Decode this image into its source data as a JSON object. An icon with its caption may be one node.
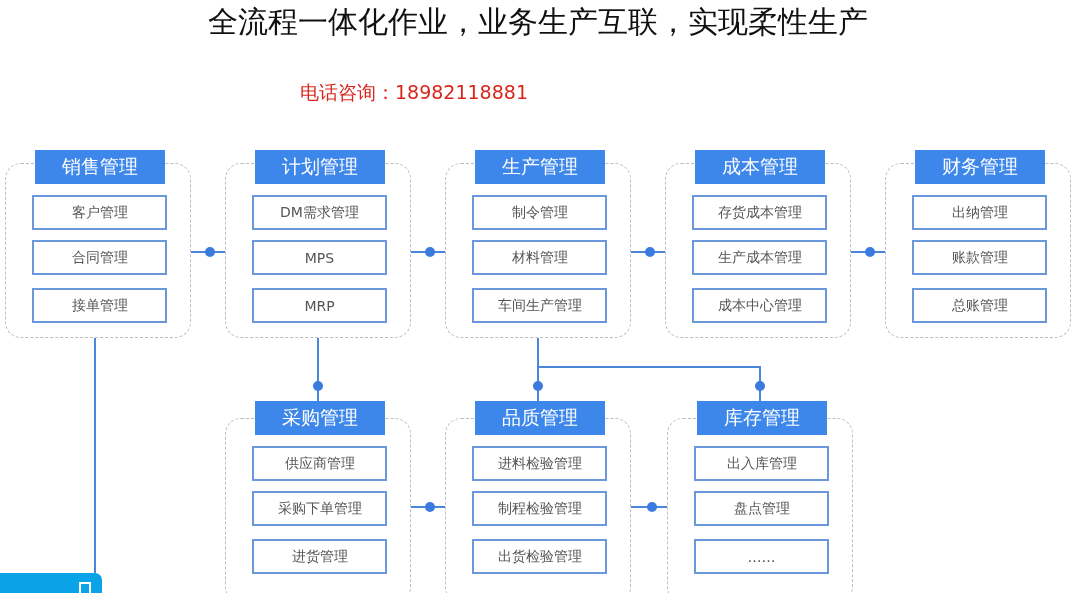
{
  "diagram": {
    "title": "全流程一体化作业，业务生产互联，实现柔性生产",
    "nodes": [
      {
        "text": [
          "销售管理"
        ]
      },
      {
        "text": [
          "客户管理"
        ],
        "in": 0
      },
      {
        "text": [
          "合同管理"
        ],
        "in": 0
      },
      {
        "text": [
          "接单管理"
        ],
        "in": 0
      },
      {
        "text": [
          "计划管理"
        ]
      },
      {
        "text": [
          "DM需求管理"
        ],
        "in": 4
      },
      {
        "text": [
          "MPS"
        ],
        "in": 4
      },
      {
        "text": [
          "MRP"
        ],
        "in": 4
      },
      {
        "text": [
          "生产管理"
        ]
      },
      {
        "text": [
          "制令管理"
        ],
        "in": 8
      },
      {
        "text": [
          "材料管理"
        ],
        "in": 8
      },
      {
        "text": [
          "车间生产管理"
        ],
        "in": 8
      },
      {
        "text": [
          "成本管理"
        ]
      },
      {
        "text": [
          "存货成本管理"
        ],
        "in": 12
      },
      {
        "text": [
          "生产成本管理"
        ],
        "in": 12
      },
      {
        "text": [
          "成本中心管理"
        ],
        "in": 12
      },
      {
        "text": [
          "财务管理"
        ]
      },
      {
        "text": [
          "出纳管理"
        ],
        "in": 16
      },
      {
        "text": [
          "账款管理"
        ],
        "in": 16
      },
      {
        "text": [
          "总账管理"
        ],
        "in": 16
      },
      {
        "text": [
          "采购管理"
        ]
      },
      {
        "text": [
          "供应商管理"
        ],
        "in": 20
      },
      {
        "text": [
          "采购下单管理"
        ],
        "in": 20
      },
      {
        "text": [
          "进货管理"
        ],
        "in": 20
      },
      {
        "text": [
          "品质管理"
        ]
      },
      {
        "text": [
          "进料检验管理"
        ],
        "in": 24
      },
      {
        "text": [
          "制程检验管理"
        ],
        "in": 24
      },
      {
        "text": [
          "出货检验管理"
        ],
        "in": 24
      },
      {
        "text": [
          "库存管理"
        ]
      },
      {
        "text": [
          "出入库管理"
        ],
        "in": 28
      },
      {
        "text": [
          "盘点管理"
        ],
        "in": 28
      },
      {
        "text": [
          "……"
        ],
        "in": 28
      },
      {
        "text": [],
        "shape": "box"
      }
    ],
    "edges": [
      {
        "from": 0,
        "to": 4,
        "arrow": "other"
      },
      {
        "from": 4,
        "to": 8,
        "arrow": "other"
      },
      {
        "from": 8,
        "to": 12,
        "arrow": "other"
      },
      {
        "from": 12,
        "to": 16,
        "arrow": "other"
      },
      {
        "from": 4,
        "to": 20,
        "arrow": "other"
      },
      {
        "from": 8,
        "to": 24,
        "arrow": "other"
      },
      {
        "from": 8,
        "to": 28,
        "arrow": "other"
      },
      {
        "from": 20,
        "to": 24,
        "arrow": "other"
      },
      {
        "from": 24,
        "to": 28,
        "arrow": "other"
      },
      {
        "from": 0,
        "to": 32,
        "arrow": "none"
      }
    ],
    "labels": [
      "电话咨询：18982118881"
    ]
  }
}
